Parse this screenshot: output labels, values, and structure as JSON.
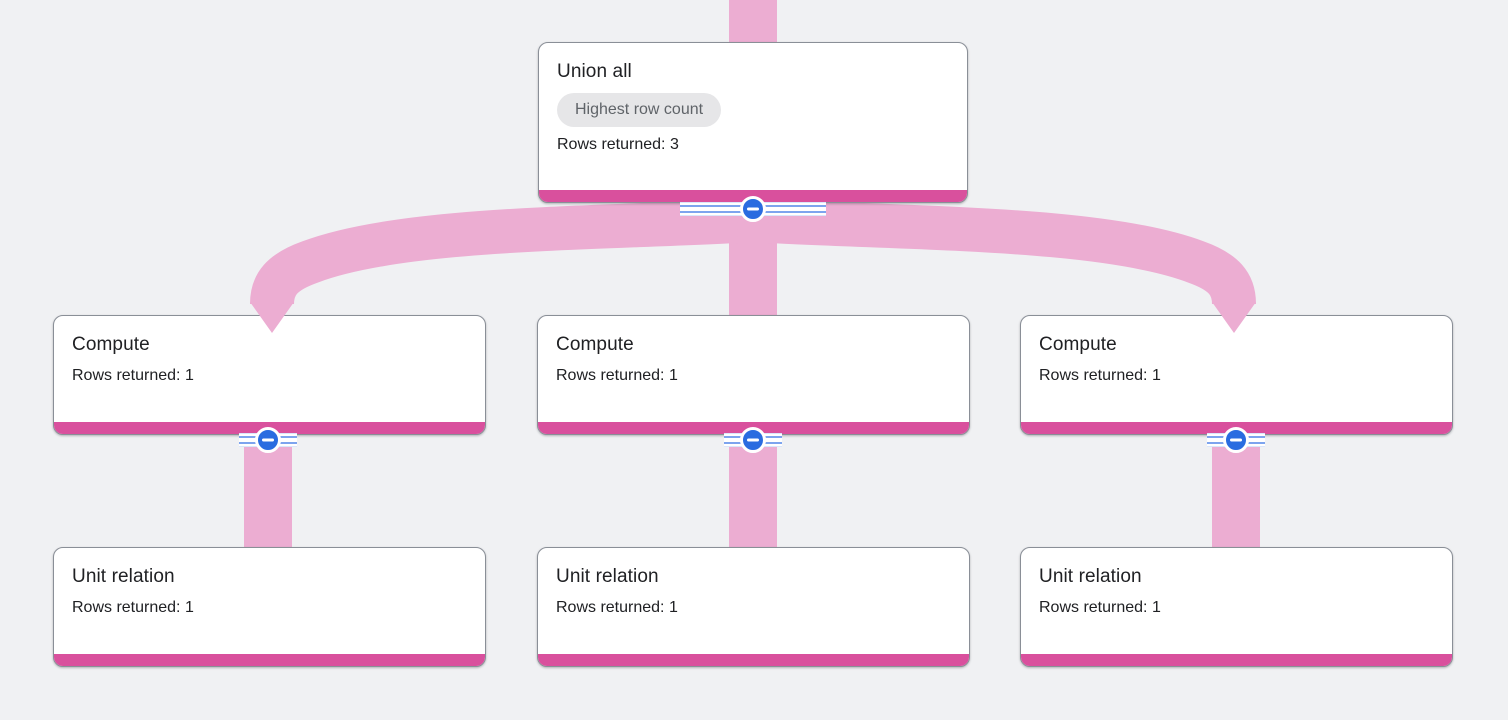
{
  "colors": {
    "background": "#f0f1f3",
    "node_bg": "#ffffff",
    "node_border": "#8a8f97",
    "accent_bar": "#d9509d",
    "edge": "#ecadd2",
    "badge_bg": "#e6e6e8",
    "badge_text": "#5f6368",
    "text": "#202124",
    "collapse_blue": "#2a6ce0",
    "stripe": "#7da4ee",
    "stripe_light": "#dbe6fa"
  },
  "stages": {
    "union_all": {
      "title": "Union all",
      "badge": "Highest row count",
      "rows": "Rows returned: 3"
    },
    "compute": [
      {
        "title": "Compute",
        "rows": "Rows returned: 1"
      },
      {
        "title": "Compute",
        "rows": "Rows returned: 1"
      },
      {
        "title": "Compute",
        "rows": "Rows returned: 1"
      }
    ],
    "unit_relation": [
      {
        "title": "Unit relation",
        "rows": "Rows returned: 1"
      },
      {
        "title": "Unit relation",
        "rows": "Rows returned: 1"
      },
      {
        "title": "Unit relation",
        "rows": "Rows returned: 1"
      }
    ]
  }
}
